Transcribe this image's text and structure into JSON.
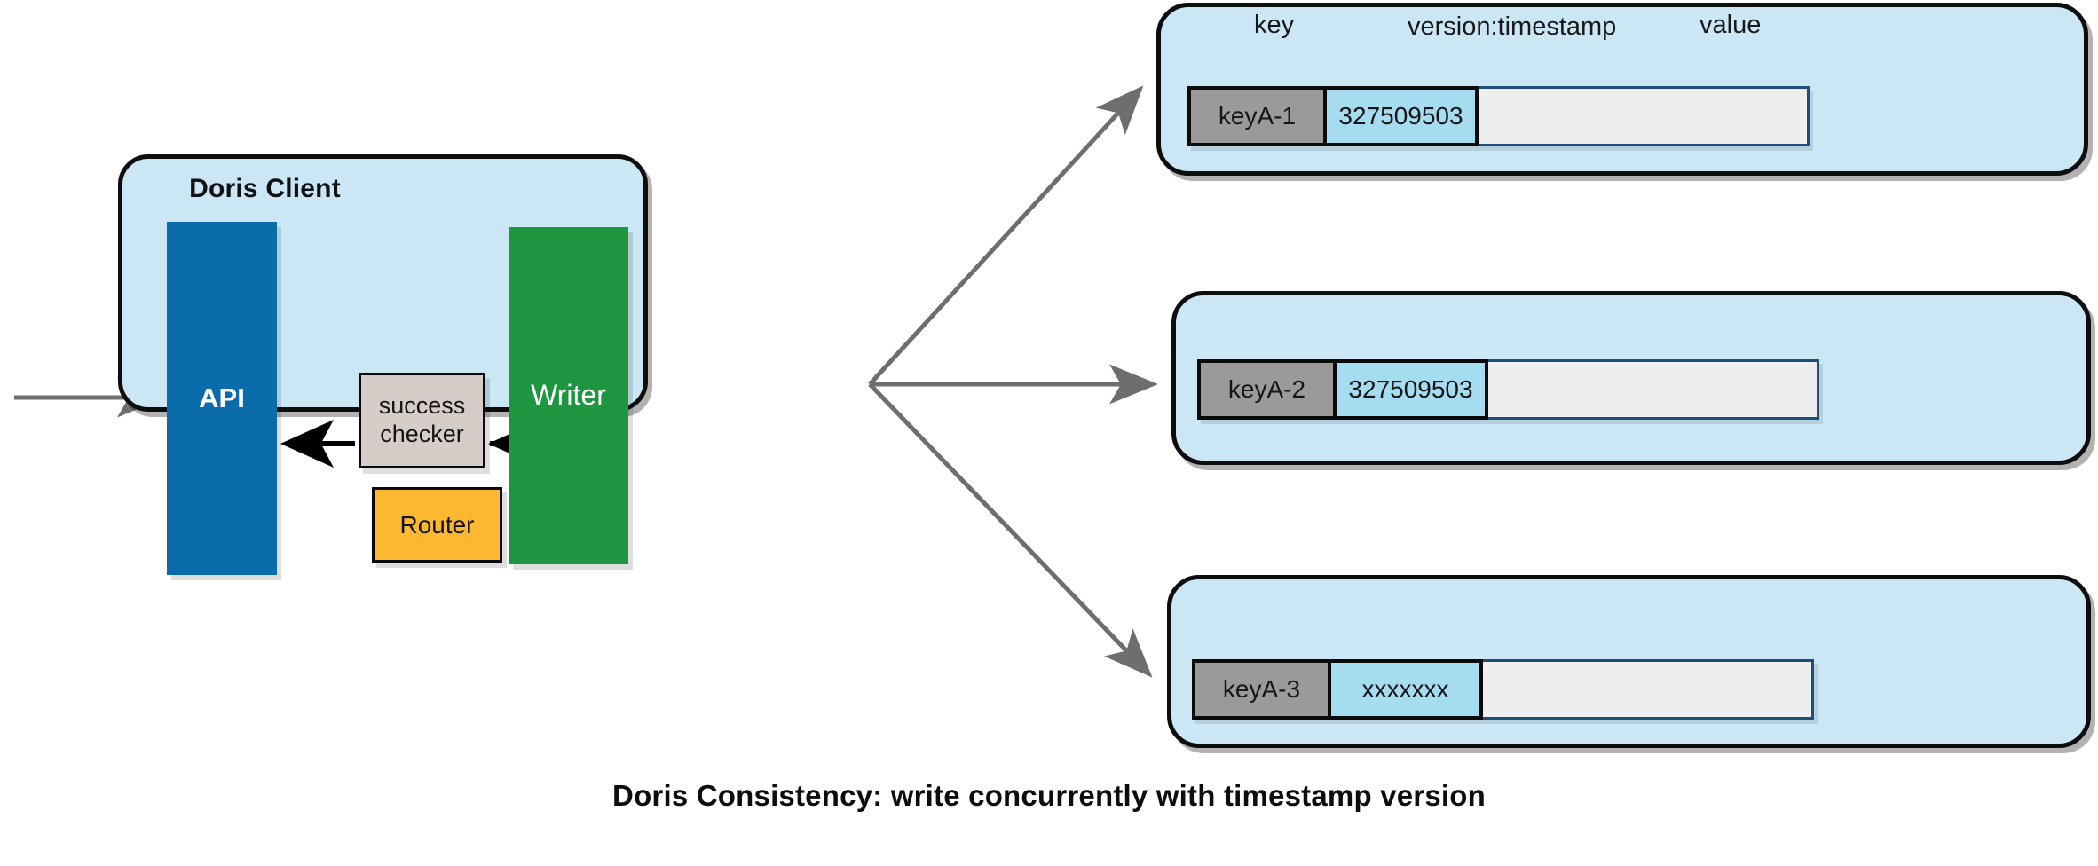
{
  "client": {
    "title": "Doris Client",
    "components": {
      "api": "API",
      "writer": "Writer",
      "success_checker": "success\nchecker",
      "success_checker_line1": "success",
      "success_checker_line2": "checker",
      "router": "Router"
    }
  },
  "columns": {
    "key": "key",
    "version": "version:timestamp",
    "value": "value"
  },
  "records": [
    {
      "key": "keyA-1",
      "version": "327509503",
      "value": ""
    },
    {
      "key": "keyA-2",
      "version": "327509503",
      "value": ""
    },
    {
      "key": "keyA-3",
      "version": "xxxxxxx",
      "value": ""
    }
  ],
  "caption": "Doris Consistency:  write concurrently with timestamp version",
  "colors": {
    "panel_fill": "#cbe7f5",
    "panel_border": "#0d0d0d",
    "api_fill": "#0b6cab",
    "writer_fill": "#1e9640",
    "checker_fill": "#d6cdc9",
    "router_fill": "#fcb831",
    "key_cell": "#9a9a9a",
    "version_cell": "#a6dcf0",
    "value_cell": "#eeeeee",
    "value_border": "#1f4e79",
    "arrow_gray": "#6e6e6e",
    "arrow_black": "#000000"
  }
}
